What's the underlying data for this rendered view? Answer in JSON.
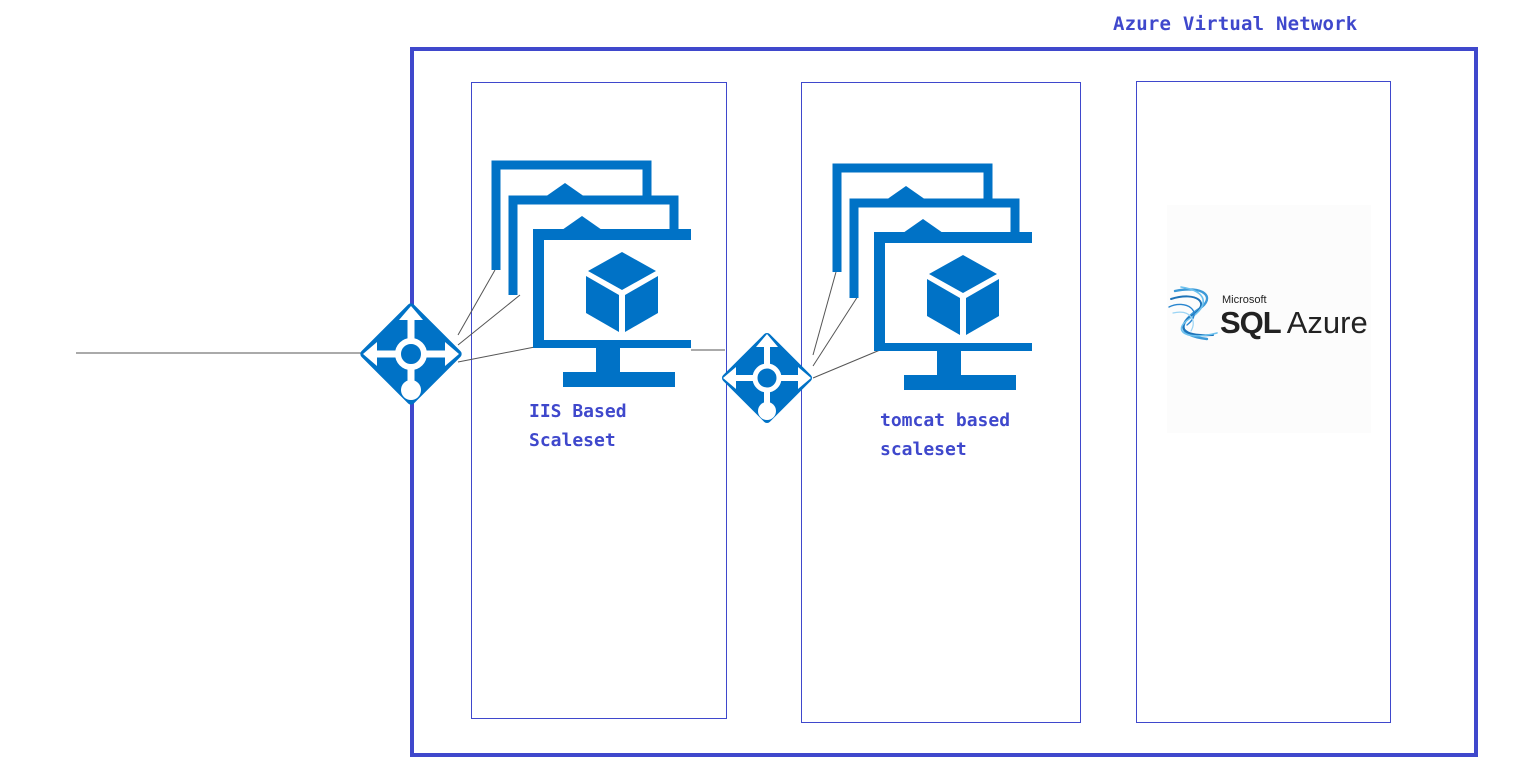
{
  "colors": {
    "network_border": "#3f48cc",
    "label_text": "#3f48cc",
    "icon_blue": "#0072c6",
    "connector": "#555555"
  },
  "network": {
    "title": "Azure Virtual Network"
  },
  "scalesets": [
    {
      "line1": "IIS Based",
      "line2": "Scaleset",
      "icon": "vm-scaleset-icon"
    },
    {
      "line1": "tomcat based",
      "line2": "scaleset",
      "icon": "vm-scaleset-icon"
    }
  ],
  "database": {
    "vendor": "Microsoft",
    "product_sql": "SQL",
    "product_azure": "Azure",
    "icon": "sql-azure-logo"
  },
  "load_balancers": [
    {
      "icon": "load-balancer-icon"
    },
    {
      "icon": "load-balancer-icon"
    }
  ]
}
